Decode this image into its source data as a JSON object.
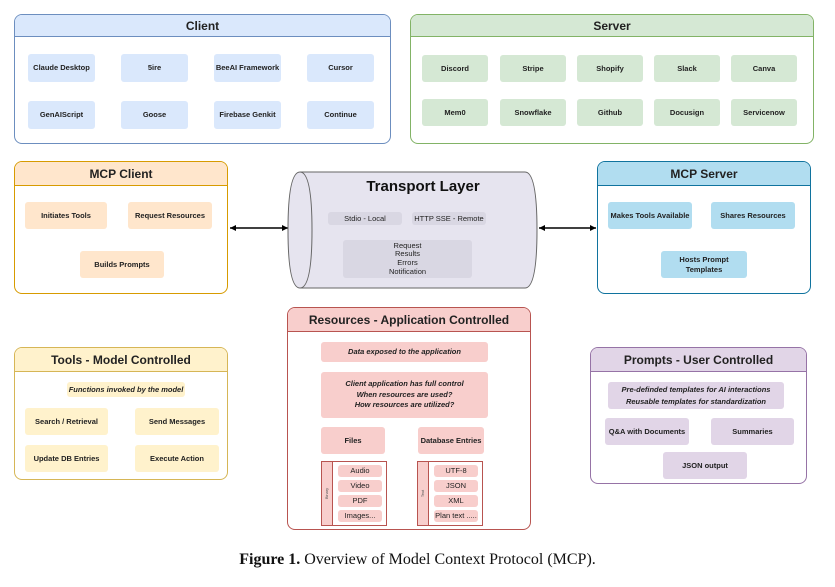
{
  "client": {
    "title": "Client",
    "items": [
      "Claude Desktop",
      "5ire",
      "BeeAI Framework",
      "Cursor",
      "GenAIScript",
      "Goose",
      "Firebase Genkit",
      "Continue"
    ]
  },
  "server": {
    "title": "Server",
    "items": [
      "Discord",
      "Stripe",
      "Shopify",
      "Slack",
      "Canva",
      "Mem0",
      "Snowflake",
      "Github",
      "Docusign",
      "Servicenow"
    ]
  },
  "mcp_client": {
    "title": "MCP Client",
    "items": [
      "Initiates Tools",
      "Request Resources",
      "Builds Prompts"
    ]
  },
  "transport": {
    "title": "Transport Layer",
    "stdio": "Stdio - Local",
    "http": "HTTP SSE - Remote",
    "messages": [
      "Request",
      "Results",
      "Errors",
      "Notification"
    ]
  },
  "mcp_server": {
    "title": "MCP Server",
    "items": [
      "Makes Tools Available",
      "Shares Resources",
      "Hosts Prompt Templates"
    ]
  },
  "tools": {
    "title": "Tools - Model Controlled",
    "subtitle": "Functions invoked  by the model",
    "items": [
      "Search / Retrieval",
      "Send Messages",
      "Update DB Entries",
      "Execute Action"
    ]
  },
  "resources": {
    "title": "Resources - Application Controlled",
    "note": "Data exposed to the application",
    "control": [
      "Client application has full control",
      "When resources are used?",
      "How resources are utilized?"
    ],
    "files": {
      "label": "Files",
      "side_label": "Binary",
      "items": [
        "Audio",
        "Video",
        "PDF",
        "Images..."
      ]
    },
    "db": {
      "label": "Database Entries",
      "side_label": "Text",
      "items": [
        "UTF-8",
        "JSON",
        "XML",
        "Plan text ....."
      ]
    }
  },
  "prompts": {
    "title": "Prompts - User Controlled",
    "templates": [
      "Pre-definded templates for AI interactions",
      "Reusable templates for standardization"
    ],
    "items": [
      "Q&A with Documents",
      "Summaries",
      "JSON output"
    ]
  },
  "caption": {
    "label": "Figure 1.",
    "text": "Overview of Model Context Protocol (MCP)."
  },
  "colors": {
    "client": "#dae8fc",
    "server": "#d5e8d4",
    "mcp_client": "#ffe6cc",
    "mcp_server": "#b1ddf0",
    "tools": "#fff2cc",
    "resources": "#f8cecc",
    "prompts": "#e1d5e7",
    "transport": "#e6e4ef"
  }
}
